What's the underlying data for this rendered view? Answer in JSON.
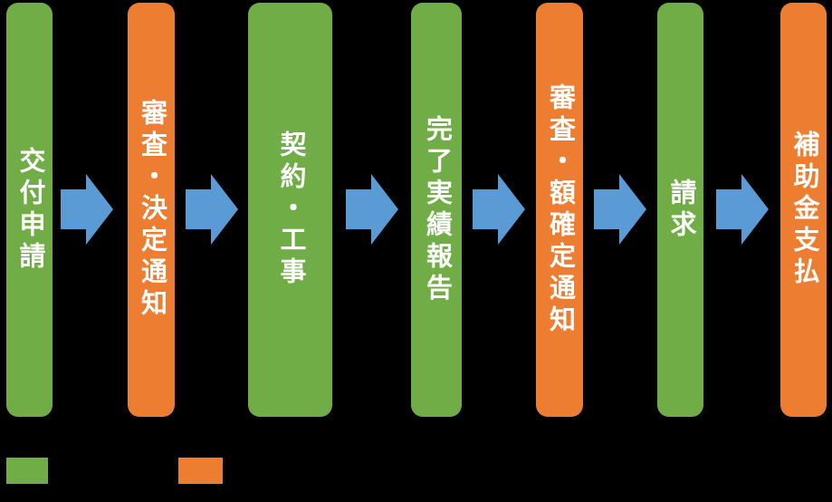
{
  "flow": {
    "steps": [
      {
        "label": "交付申請",
        "color": "#70AD47",
        "color_name": "green"
      },
      {
        "label": "審査・決定通知",
        "color": "#ED7D31",
        "color_name": "orange"
      },
      {
        "label": "契約・工事",
        "color": "#70AD47",
        "color_name": "green"
      },
      {
        "label": "完了実績報告",
        "color": "#70AD47",
        "color_name": "green"
      },
      {
        "label": "審査・額確定通知",
        "color": "#ED7D31",
        "color_name": "orange"
      },
      {
        "label": "請求",
        "color": "#70AD47",
        "color_name": "green"
      },
      {
        "label": "補助金支払",
        "color": "#ED7D31",
        "color_name": "orange"
      }
    ],
    "arrow_count": 6,
    "colors": {
      "step_green": "#70AD47",
      "step_orange": "#ED7D31",
      "arrow_blue": "#5B9BD5",
      "label_text": "#FFFFFF",
      "background": "#000000"
    },
    "legend": [
      {
        "swatch_color": "#70AD47"
      },
      {
        "swatch_color": "#ED7D31"
      }
    ]
  }
}
